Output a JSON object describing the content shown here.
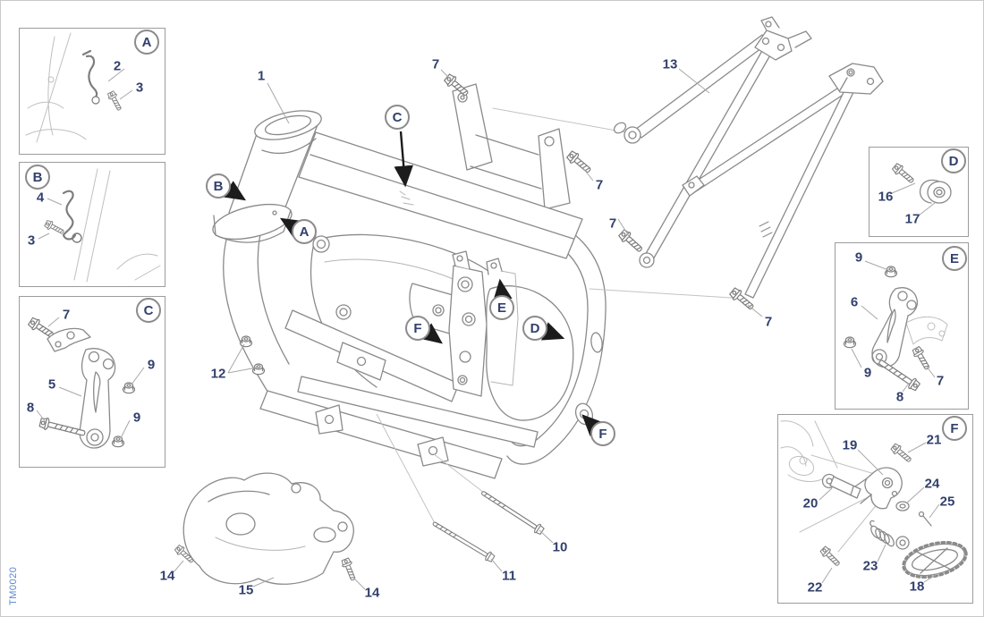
{
  "diagram": {
    "code": "TM0020"
  },
  "labels": {
    "n1": "1",
    "n2": "2",
    "n3": "3",
    "n4": "4",
    "n5": "5",
    "n6": "6",
    "n7": "7",
    "n8": "8",
    "n9": "9",
    "n10": "10",
    "n11": "11",
    "n12": "12",
    "n13": "13",
    "n14": "14",
    "n15": "15",
    "n16": "16",
    "n17": "17",
    "n18": "18",
    "n19": "19",
    "n20": "20",
    "n21": "21",
    "n22": "22",
    "n23": "23",
    "n24": "24",
    "n25": "25"
  },
  "letters": {
    "A": "A",
    "B": "B",
    "C": "C",
    "D": "D",
    "E": "E",
    "F": "F"
  },
  "colors": {
    "label_text": "#32406d",
    "line_art": "#8a8a8a",
    "light_art": "#bfbfbf",
    "leader": "#a8a8a8",
    "arrow": "#1c1c1c",
    "code_text": "#5b87cc",
    "box_border": "#9c9c9c"
  }
}
